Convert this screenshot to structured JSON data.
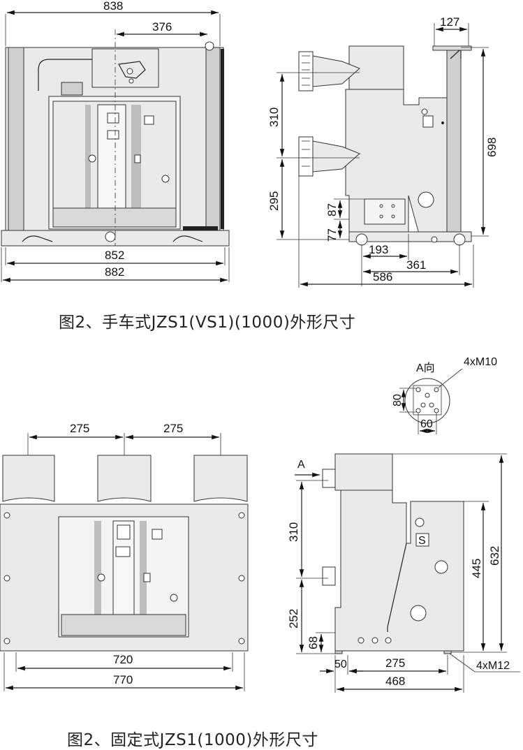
{
  "figure1": {
    "caption": "图2、手车式JZS1(VS1)(1000)外形尺寸",
    "front": {
      "w838": "838",
      "w376": "376",
      "w852": "852",
      "w882": "882"
    },
    "side": {
      "d127": "127",
      "d310": "310",
      "d698": "698",
      "d295": "295",
      "d87": "87",
      "d77": "77",
      "d193": "193",
      "d361": "361",
      "d586": "586"
    }
  },
  "figure2": {
    "caption": "图2、固定式JZS1(1000)外形尺寸",
    "front": {
      "d275a": "275",
      "d275b": "275",
      "w720": "720",
      "w770": "770"
    },
    "detail": {
      "title": "A向",
      "bolt": "4xM10",
      "d80": "80",
      "d60": "60"
    },
    "side": {
      "arrow": "A",
      "d310": "310",
      "d252": "252",
      "d68": "68",
      "d445": "445",
      "d632": "632",
      "d50": "50",
      "d275": "275",
      "d468": "468",
      "bolt": "4xM12"
    }
  },
  "colors": {
    "line": "#222222",
    "fill": "#eaeaea",
    "panel": "#f4f4f4"
  }
}
